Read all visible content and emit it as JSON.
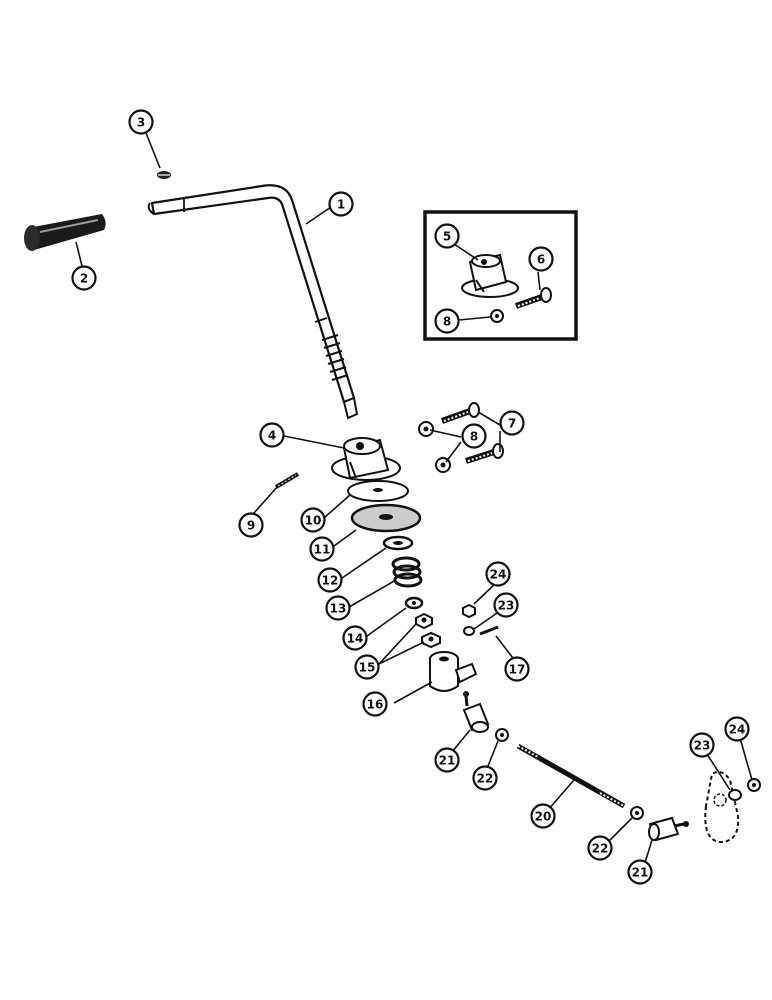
{
  "diagram": {
    "callouts": [
      {
        "id": "c1",
        "label": "1"
      },
      {
        "id": "c2",
        "label": "2"
      },
      {
        "id": "c3",
        "label": "3"
      },
      {
        "id": "c4",
        "label": "4"
      },
      {
        "id": "c5",
        "label": "5"
      },
      {
        "id": "c6",
        "label": "6"
      },
      {
        "id": "c7",
        "label": "7"
      },
      {
        "id": "c8a",
        "label": "8"
      },
      {
        "id": "c8b",
        "label": "8"
      },
      {
        "id": "c9",
        "label": "9"
      },
      {
        "id": "c10",
        "label": "10"
      },
      {
        "id": "c11",
        "label": "11"
      },
      {
        "id": "c12",
        "label": "12"
      },
      {
        "id": "c13",
        "label": "13"
      },
      {
        "id": "c14",
        "label": "14"
      },
      {
        "id": "c15",
        "label": "15"
      },
      {
        "id": "c16",
        "label": "16"
      },
      {
        "id": "c17",
        "label": "17"
      },
      {
        "id": "c20",
        "label": "20"
      },
      {
        "id": "c21a",
        "label": "21"
      },
      {
        "id": "c21b",
        "label": "21"
      },
      {
        "id": "c22a",
        "label": "22"
      },
      {
        "id": "c22b",
        "label": "22"
      },
      {
        "id": "c23a",
        "label": "23"
      },
      {
        "id": "c23b",
        "label": "23"
      },
      {
        "id": "c24a",
        "label": "24"
      },
      {
        "id": "c24b",
        "label": "24"
      }
    ]
  }
}
